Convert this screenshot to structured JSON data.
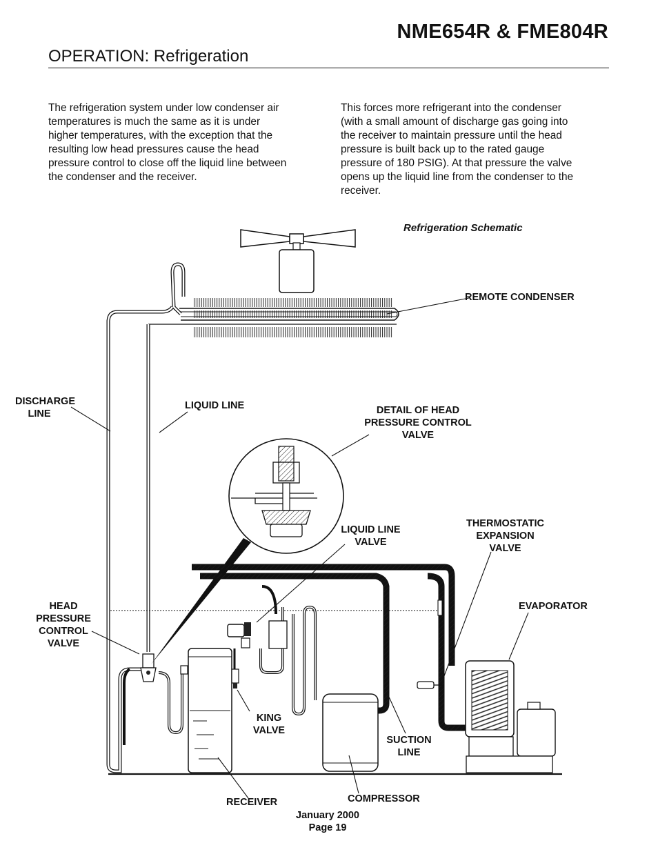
{
  "header": {
    "model": "NME654R & FME804R",
    "section": "OPERATION: Refrigeration"
  },
  "body": {
    "paragraph_left": "The refrigeration system under low condenser air\ntemperatures is much the same as it is under\nhigher temperatures, with the exception that the\nresulting low head pressures cause the head\npressure control to close off the liquid line between\nthe condenser and the receiver.",
    "paragraph_right": "This forces more refrigerant into the condenser\n(with a small amount of discharge gas going into\nthe receiver to maintain pressure until the head\npressure is built back up to the rated gauge\npressure of 180 PSIG).  At that pressure the valve\nopens up the liquid line from the condenser to the\nreceiver."
  },
  "figure": {
    "caption": "Refrigeration Schematic",
    "labels": {
      "remote_condenser": "REMOTE CONDENSER",
      "discharge_line": "DISCHARGE\nLINE",
      "liquid_line": "LIQUID LINE",
      "detail_head_pressure": "DETAIL OF HEAD\nPRESSURE CONTROL\nVALVE",
      "liquid_line_valve": "LIQUID LINE\nVALVE",
      "thermostatic_expansion_valve": "THERMOSTATIC\nEXPANSION\nVALVE",
      "evaporator": "EVAPORATOR",
      "head_pressure_control_valve": "HEAD\nPRESSURE\nCONTROL\nVALVE",
      "king_valve": "KING\nVALVE",
      "suction_line": "SUCTION\nLINE",
      "receiver": "RECEIVER",
      "compressor": "COMPRESSOR"
    }
  },
  "footer": {
    "date": "January 2000",
    "page": "Page 19"
  }
}
